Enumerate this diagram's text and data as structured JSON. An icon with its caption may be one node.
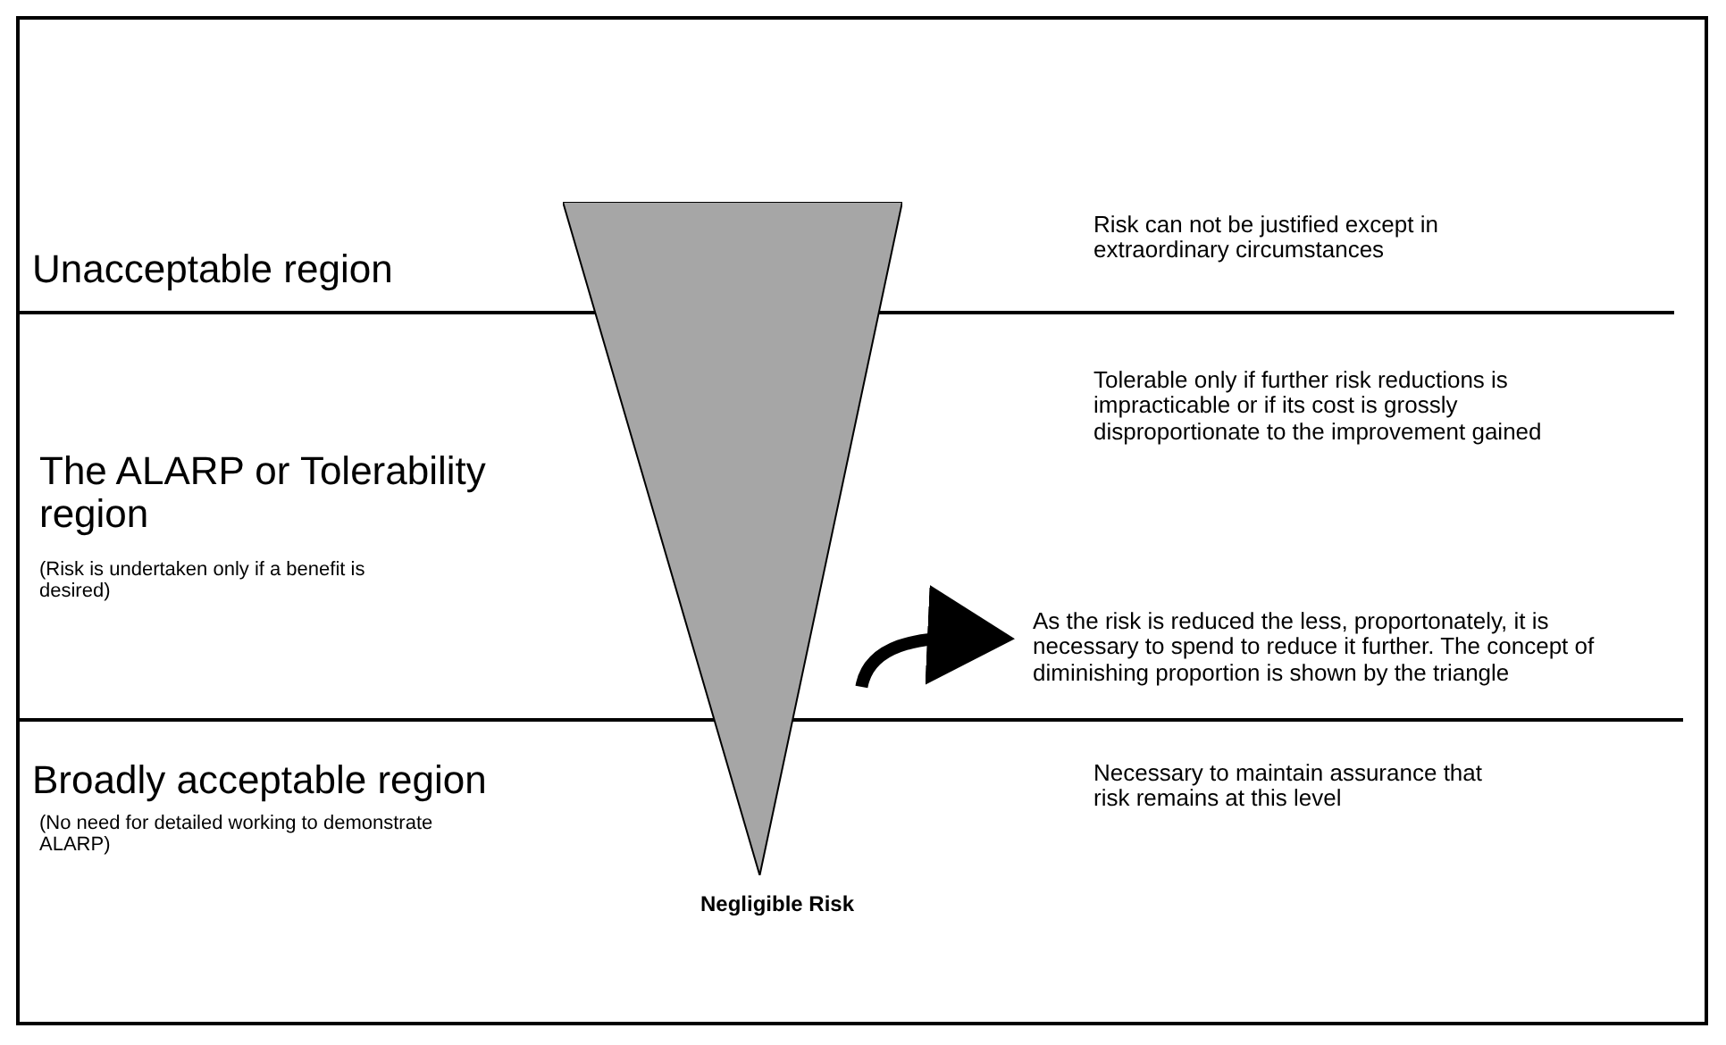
{
  "diagram": {
    "nodes": [
      {
        "text": [],
        "shape": "triangle"
      },
      {
        "text": [
          "As the risk is reduced the less, proportonately, it is necessary to spend to reduce it further. The concept of diminishing proportion is shown by the triangle"
        ]
      }
    ],
    "edges": [
      {
        "from": 0,
        "to": 1,
        "arrow": "to"
      }
    ],
    "labels": [
      "Unacceptable region",
      "Risk can not be justified except in extraordinary circumstances",
      "The ALARP or Tolerability region",
      "(Risk is undertaken only if a benefit is desired)",
      "Tolerable only if further risk reductions is impracticable or if its cost is grossly disproportionate to the improvement gained",
      "Broadly acceptable region",
      "(No need for detailed working to demonstrate ALARP)",
      "Necessary to maintain assurance that risk remains at this level",
      "Negligible Risk"
    ]
  }
}
